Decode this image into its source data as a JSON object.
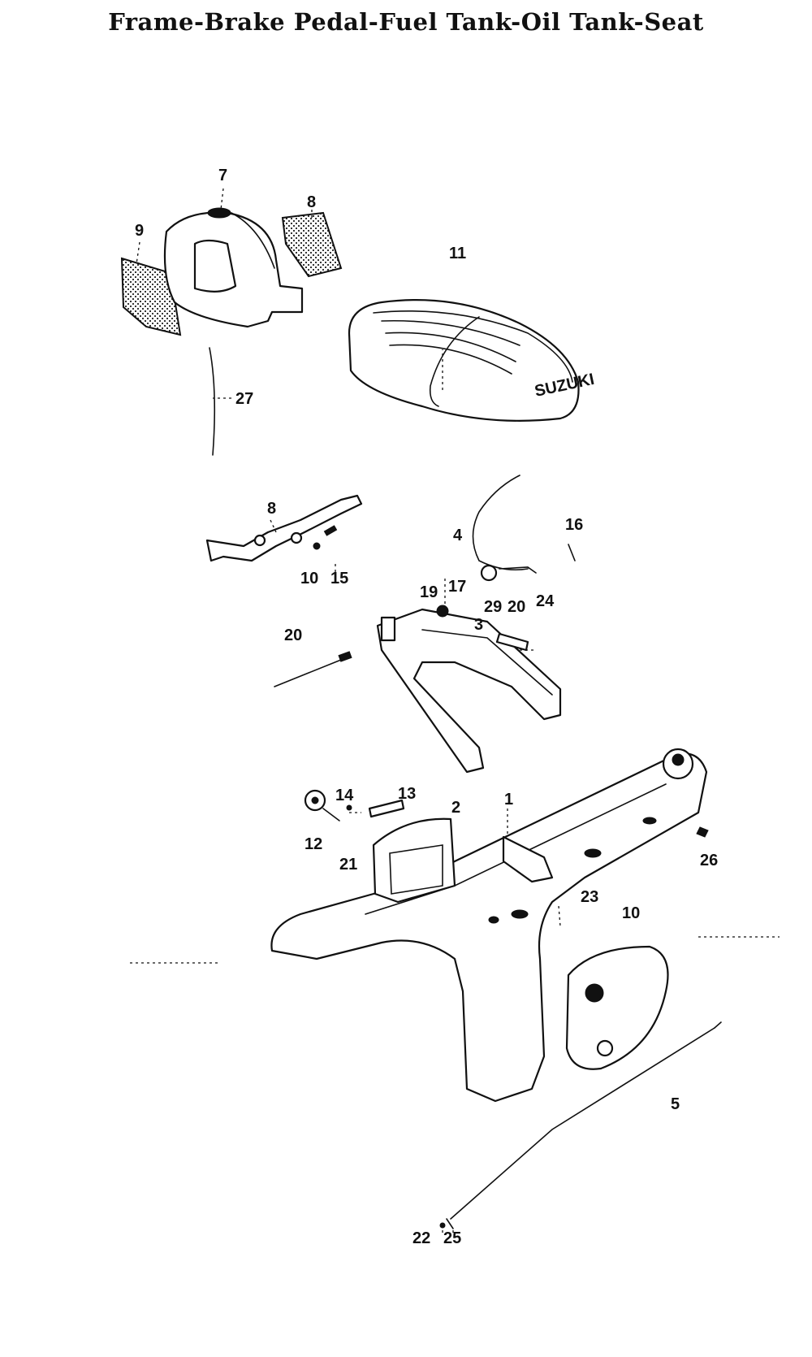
{
  "title": "Frame-Brake Pedal-Fuel Tank-Oil Tank-Seat",
  "labels": {
    "p1": "1",
    "p2": "2",
    "p3": "3",
    "p4": "4",
    "p5": "5",
    "p7": "7",
    "p8a": "8",
    "p8b": "8",
    "p9": "9",
    "p10a": "10",
    "p10b": "10",
    "p11": "11",
    "p12": "12",
    "p13": "13",
    "p14": "14",
    "p15": "15",
    "p16": "16",
    "p17": "17",
    "p19": "19",
    "p20a": "20",
    "p20b": "20",
    "p21": "21",
    "p22": "22",
    "p23": "23",
    "p24": "24",
    "p25": "25",
    "p26": "26",
    "p27": "27",
    "p29": "29"
  }
}
